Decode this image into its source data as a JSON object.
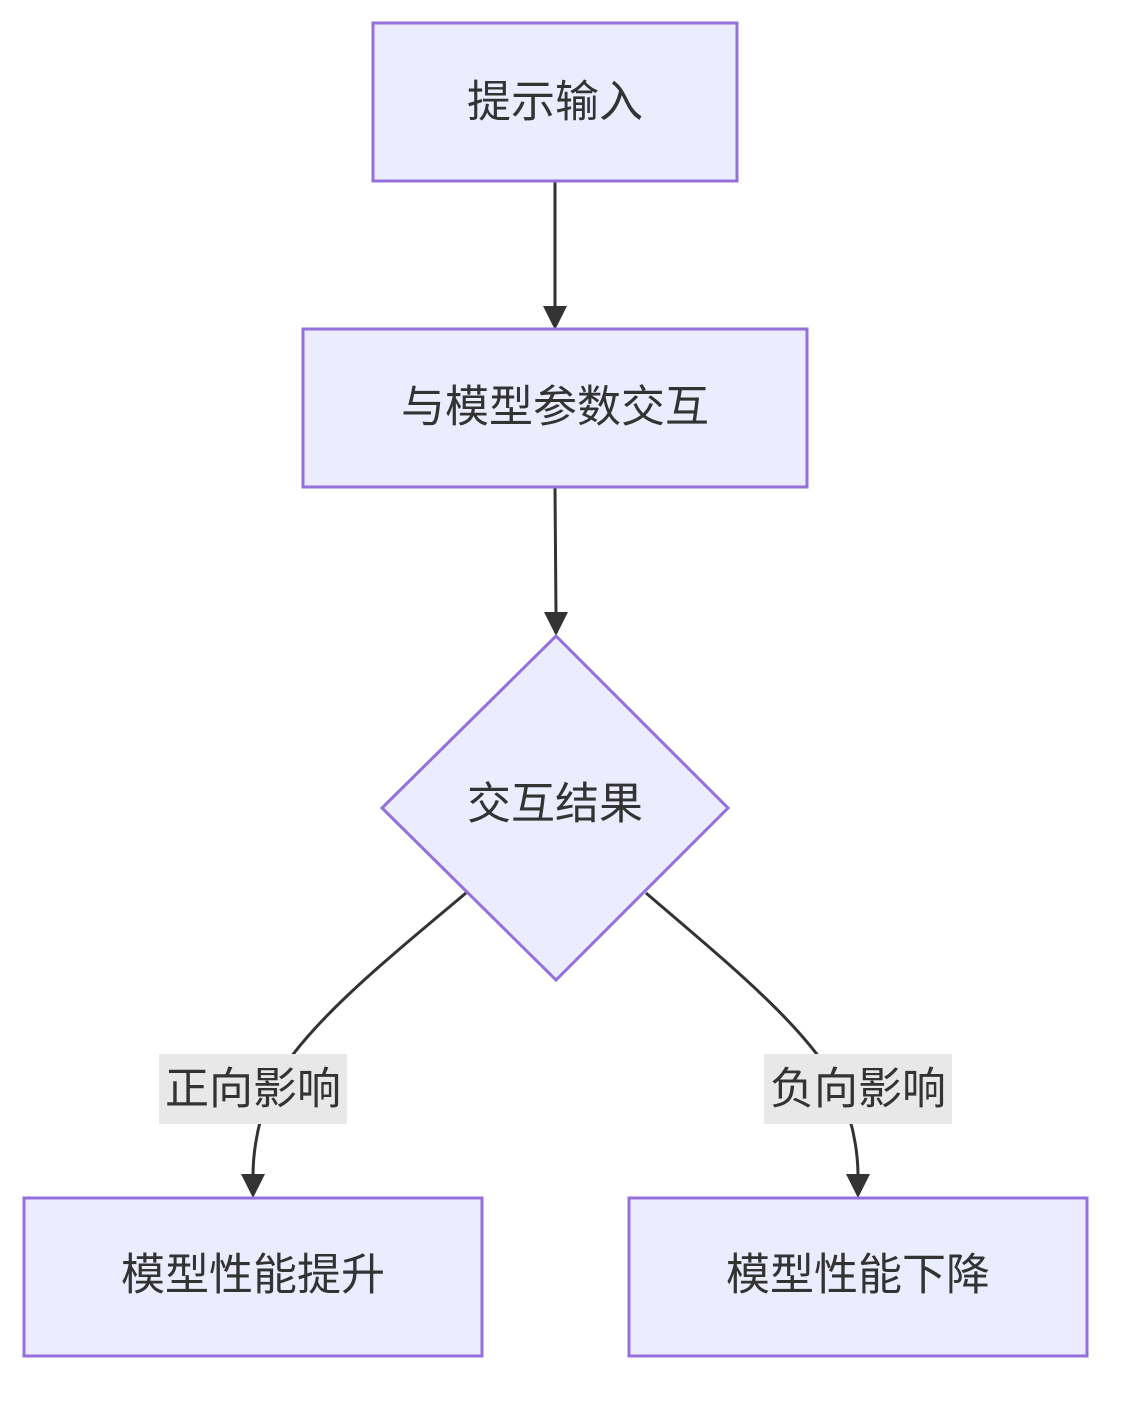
{
  "nodes": {
    "input": {
      "label": "提示输入"
    },
    "interact": {
      "label": "与模型参数交互"
    },
    "decision": {
      "label": "交互结果"
    },
    "improve": {
      "label": "模型性能提升"
    },
    "decline": {
      "label": "模型性能下降"
    }
  },
  "edges": {
    "positive": {
      "label": "正向影响"
    },
    "negative": {
      "label": "负向影响"
    }
  },
  "colors": {
    "node_fill": "#ECECFF",
    "node_stroke": "#9370DB",
    "edge": "#333333",
    "edge_label_bg": "#E8E8E8",
    "text": "#333333"
  }
}
